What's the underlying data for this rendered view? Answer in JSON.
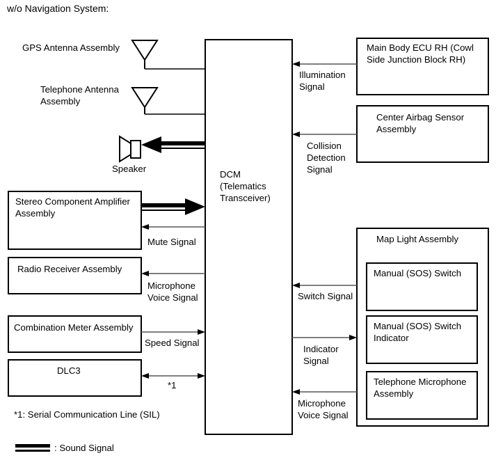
{
  "title": "w/o Navigation System:",
  "center": {
    "name": "dcm",
    "lines": [
      "DCM",
      "(Telematics",
      "Transceiver)"
    ]
  },
  "antennas": [
    {
      "id": "gps",
      "label": "GPS Antenna Assembly",
      "icon": "antenna-icon"
    },
    {
      "id": "telephone",
      "label_line1": "Telephone Antenna",
      "label_line2": "Assembly",
      "icon": "antenna-icon"
    }
  ],
  "speaker": {
    "label": "Speaker",
    "icon": "speaker-icon"
  },
  "left_boxes": [
    {
      "id": "stereo-amplifier",
      "line1": "Stereo Component Amplifier",
      "line2": "Assembly"
    },
    {
      "id": "radio-receiver",
      "line1": "Radio Receiver Assembly",
      "line2": ""
    },
    {
      "id": "combination-meter",
      "line1": "Combination Meter Assembly",
      "line2": ""
    },
    {
      "id": "dlc3",
      "line1": "DLC3",
      "line2": ""
    }
  ],
  "right_boxes": [
    {
      "id": "main-body-ecu",
      "line1": "Main Body ECU RH (Cowl",
      "line2": "Side Junction Block RH)"
    },
    {
      "id": "center-airbag-sensor",
      "line1": "Center Airbag Sensor",
      "line2": "Assembly"
    }
  ],
  "map_light": {
    "title": "Map Light Assembly",
    "children": [
      {
        "id": "manual-sos-switch",
        "line1": "Manual (SOS) Switch",
        "line2": ""
      },
      {
        "id": "manual-sos-switch-indicator",
        "line1": "Manual (SOS) Switch",
        "line2": "Indicator"
      },
      {
        "id": "telephone-microphone",
        "line1": "Telephone Microphone",
        "line2": "Assembly"
      }
    ]
  },
  "signals": {
    "illumination": {
      "line1": "Illumination",
      "line2": "Signal"
    },
    "collision": {
      "line1": "Collision",
      "line2": "Detection",
      "line3": "Signal"
    },
    "mute": {
      "line1": "Mute Signal"
    },
    "microphone_left": {
      "line1": "Microphone",
      "line2": "Voice Signal"
    },
    "speed": {
      "line1": "Speed Signal"
    },
    "sil": {
      "line1": "*1"
    },
    "switch": {
      "line1": "Switch Signal"
    },
    "indicator": {
      "line1": "Indicator",
      "line2": "Signal"
    },
    "microphone_right": {
      "line1": "Microphone",
      "line2": "Voice Signal"
    }
  },
  "footnotes": {
    "sil_note": "*1: Serial Communication Line (SIL)",
    "sound_legend": ": Sound Signal"
  },
  "colors": {
    "stroke": "#000000",
    "thin_line": "#555555",
    "background": "#ffffff"
  }
}
